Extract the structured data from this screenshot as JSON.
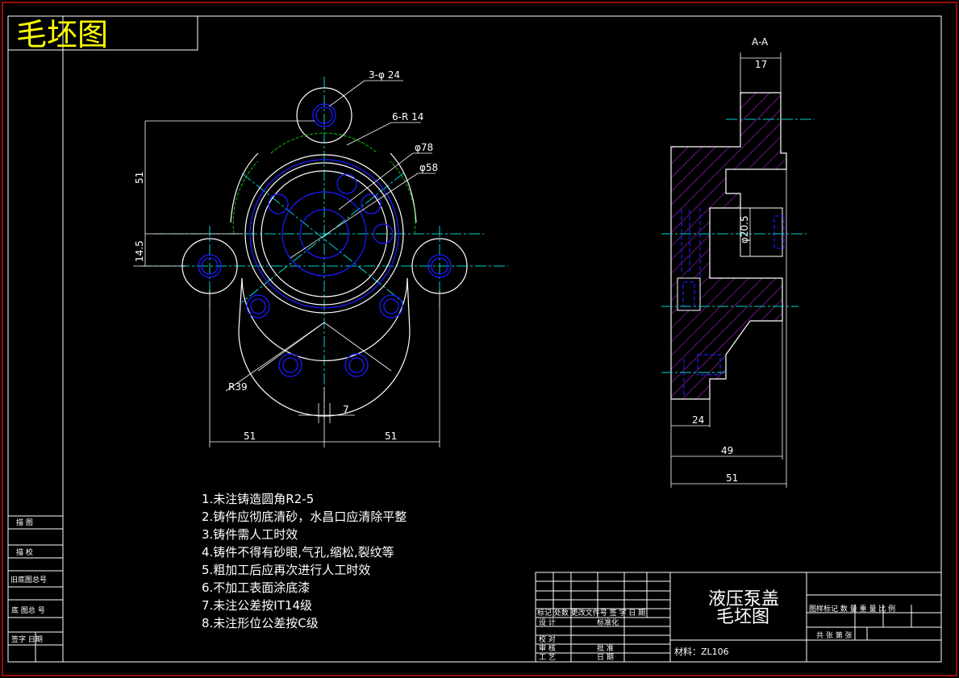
{
  "title_stamp": "毛坯图",
  "section_label": "A-A",
  "dimensions": {
    "holes": "3-φ 24",
    "radius_r14": "6-R 14",
    "d78": "φ78",
    "d58": "φ58",
    "d51v": "51",
    "d14_5": "14.5",
    "r39": "R39",
    "d7": "7",
    "d51_left": "51",
    "d51_right": "51",
    "d17": "17",
    "d20_5": "φ20.5",
    "d24": "24",
    "d49": "49",
    "d51_bottom": "51"
  },
  "notes": [
    "1.未注铸造圆角R2-5",
    "2.铸件应彻底清砂，水昌口应清除平整",
    "3.铸件需人工时效",
    "4.铸件不得有砂眼,气孔,缩松,裂纹等",
    "5.粗加工后应再次进行人工时效",
    "6.不加工表面涂底漆",
    "7.未注公差按IT14级",
    "8.未注形位公差按C级"
  ],
  "left_strip": [
    "描 图",
    "描 校",
    "旧底图总号",
    "底 图总 号",
    "签字  日期"
  ],
  "title_block": {
    "part_name": "液压泵盖",
    "drawing_name": "毛坯图",
    "material": "材料：ZL106",
    "rev_header": "标记 处数 更改文件号 签 字 日 期",
    "design": "设 计",
    "standard": "标准化",
    "check": "校 对",
    "review": "审 核",
    "approve": "批 准",
    "process": "工 艺",
    "date": "日 期",
    "stage_header": "图样标记  数 量  重 量  比 例",
    "sheets": "共    张       第    张"
  },
  "colors": {
    "line": "#ffffff",
    "center": "#00d0d0",
    "hidden": "#1a1aff",
    "hatch": "#b020d0",
    "fillet": "#00c000",
    "stamp": "#ffff00",
    "border": "#d01010"
  }
}
